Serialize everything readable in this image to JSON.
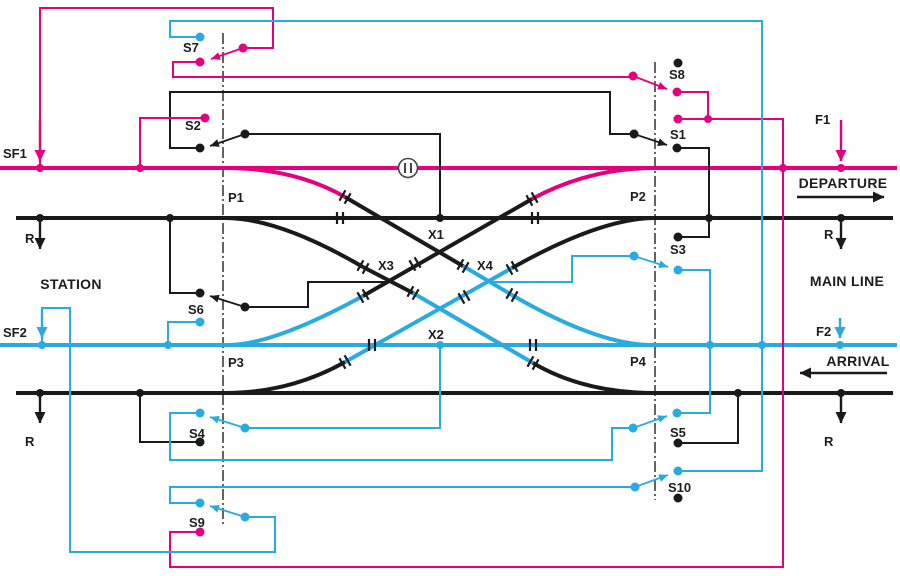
{
  "labels": {
    "sf1": "SF1",
    "sf2": "SF2",
    "f1": "F1",
    "f2": "F2",
    "station": "STATION",
    "main_line": "MAIN LINE",
    "departure": "DEPARTURE",
    "arrival": "ARRIVAL",
    "r": "R",
    "p1": "P1",
    "p2": "P2",
    "p3": "P3",
    "p4": "P4",
    "x1": "X1",
    "x2": "X2",
    "x3": "X3",
    "x4": "X4",
    "s1": "S1",
    "s2": "S2",
    "s3": "S3",
    "s4": "S4",
    "s5": "S5",
    "s6": "S6",
    "s7": "S7",
    "s8": "S8",
    "s9": "S9",
    "s10": "S10"
  },
  "colors": {
    "departure_route_magenta": "#e5007d",
    "arrival_route_cyan": "#29abe2",
    "track_black": "#1a1a1a"
  }
}
